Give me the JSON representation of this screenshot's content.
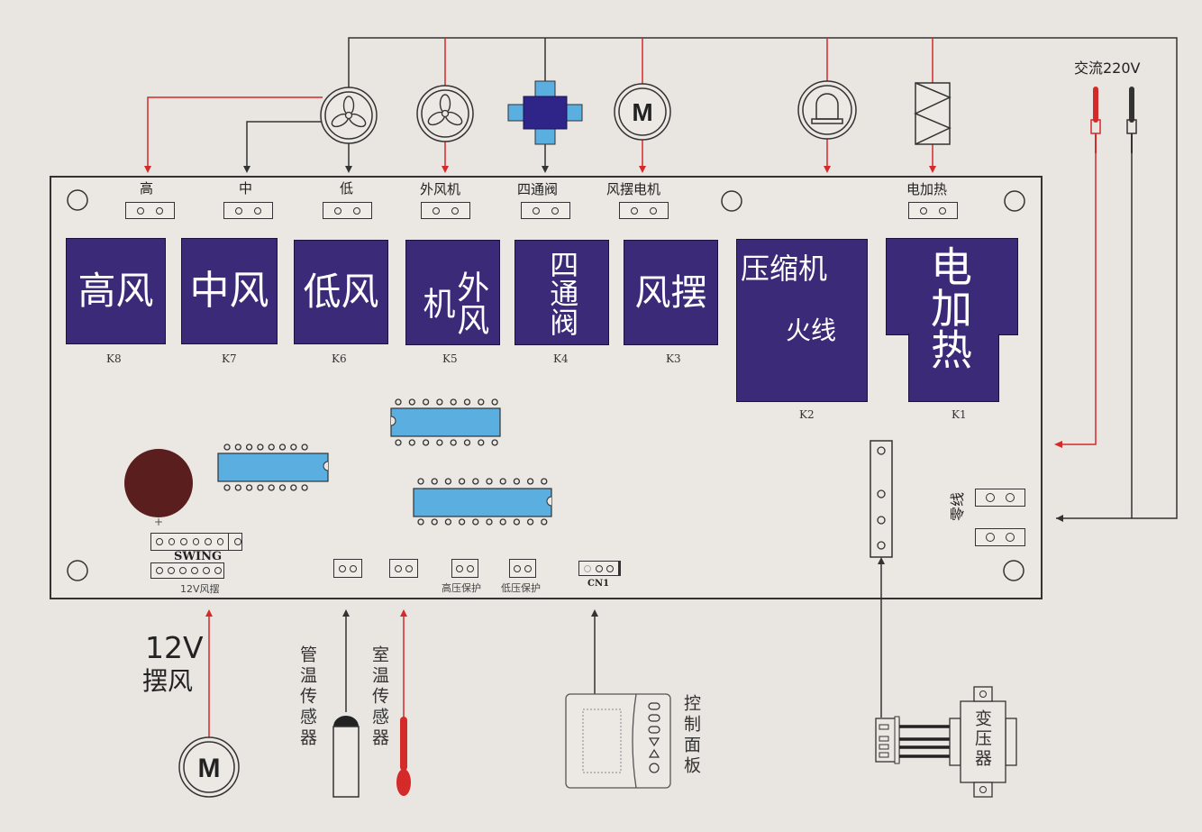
{
  "title": "Air conditioner control board wiring diagram",
  "colors": {
    "background": "#e9e6e1",
    "relay_fill": "#3a2a78",
    "chip_fill": "#5aaee0",
    "live_wire": "#d42a2a",
    "neutral_wire": "#333333",
    "capacitor": "#5a1e1e"
  },
  "power": {
    "label": "交流220V"
  },
  "top_components": [
    {
      "id": "indoor-fan",
      "icon": "fan-icon"
    },
    {
      "id": "outdoor-fan",
      "icon": "fan-icon"
    },
    {
      "id": "four-way-valve",
      "icon": "valve-icon"
    },
    {
      "id": "swing-motor",
      "icon": "motor-icon",
      "symbol": "M"
    },
    {
      "id": "compressor",
      "icon": "lamp-icon"
    },
    {
      "id": "electric-heater",
      "icon": "heater-icon"
    }
  ],
  "connector_labels": [
    "高",
    "中",
    "低",
    "外风机",
    "四通阀",
    "风摆电机",
    "电加热"
  ],
  "relays": [
    {
      "text": "高风",
      "id": "K8"
    },
    {
      "text": "中风",
      "id": "K7"
    },
    {
      "text": "低风",
      "id": "K6"
    },
    {
      "text": "外风机",
      "id": "K5"
    },
    {
      "text": "四通阀",
      "id": "K4"
    },
    {
      "text": "风摆",
      "id": "K3"
    },
    {
      "text": "压缩机",
      "sub": "火线",
      "id": "K2"
    },
    {
      "text": "电加热",
      "id": "K1"
    }
  ],
  "neutral_label": "零线",
  "capacitor_polarity": "+",
  "swing_connector_label": "SWING",
  "swing_12v_label": "12V风摆",
  "bottom_connectors": {
    "high_pressure": "高压保护",
    "low_pressure": "低压保护",
    "cn1": "CN1"
  },
  "sensors": {
    "pipe_temp": "管温传感器",
    "room_temp": "室温传感器"
  },
  "control_panel_label": "控制面板",
  "transformer_label": "变压器",
  "swing_motor_bottom": {
    "voltage": "12V",
    "label": "摆风",
    "symbol": "M"
  }
}
